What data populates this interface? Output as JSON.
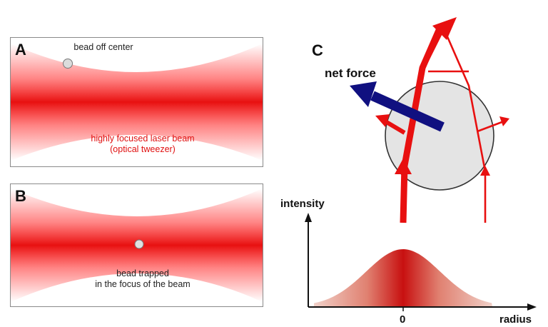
{
  "panel_a": {
    "letter": "A",
    "bead_label": "bead off center",
    "beam_label_line1": "highly focused laser beam",
    "beam_label_line2": "(optical tweezer)"
  },
  "panel_b": {
    "letter": "B",
    "trap_label_line1": "bead trapped",
    "trap_label_line2": "in the focus of the beam"
  },
  "panel_c": {
    "letter": "C",
    "force_label": "net force",
    "y_axis_label": "intensity",
    "x_axis_label": "radius",
    "x_tick_zero": "0"
  },
  "colors": {
    "beam_red": "#e81010",
    "force_arrow": "#101080",
    "bead_fill": "#e4e4e4"
  }
}
